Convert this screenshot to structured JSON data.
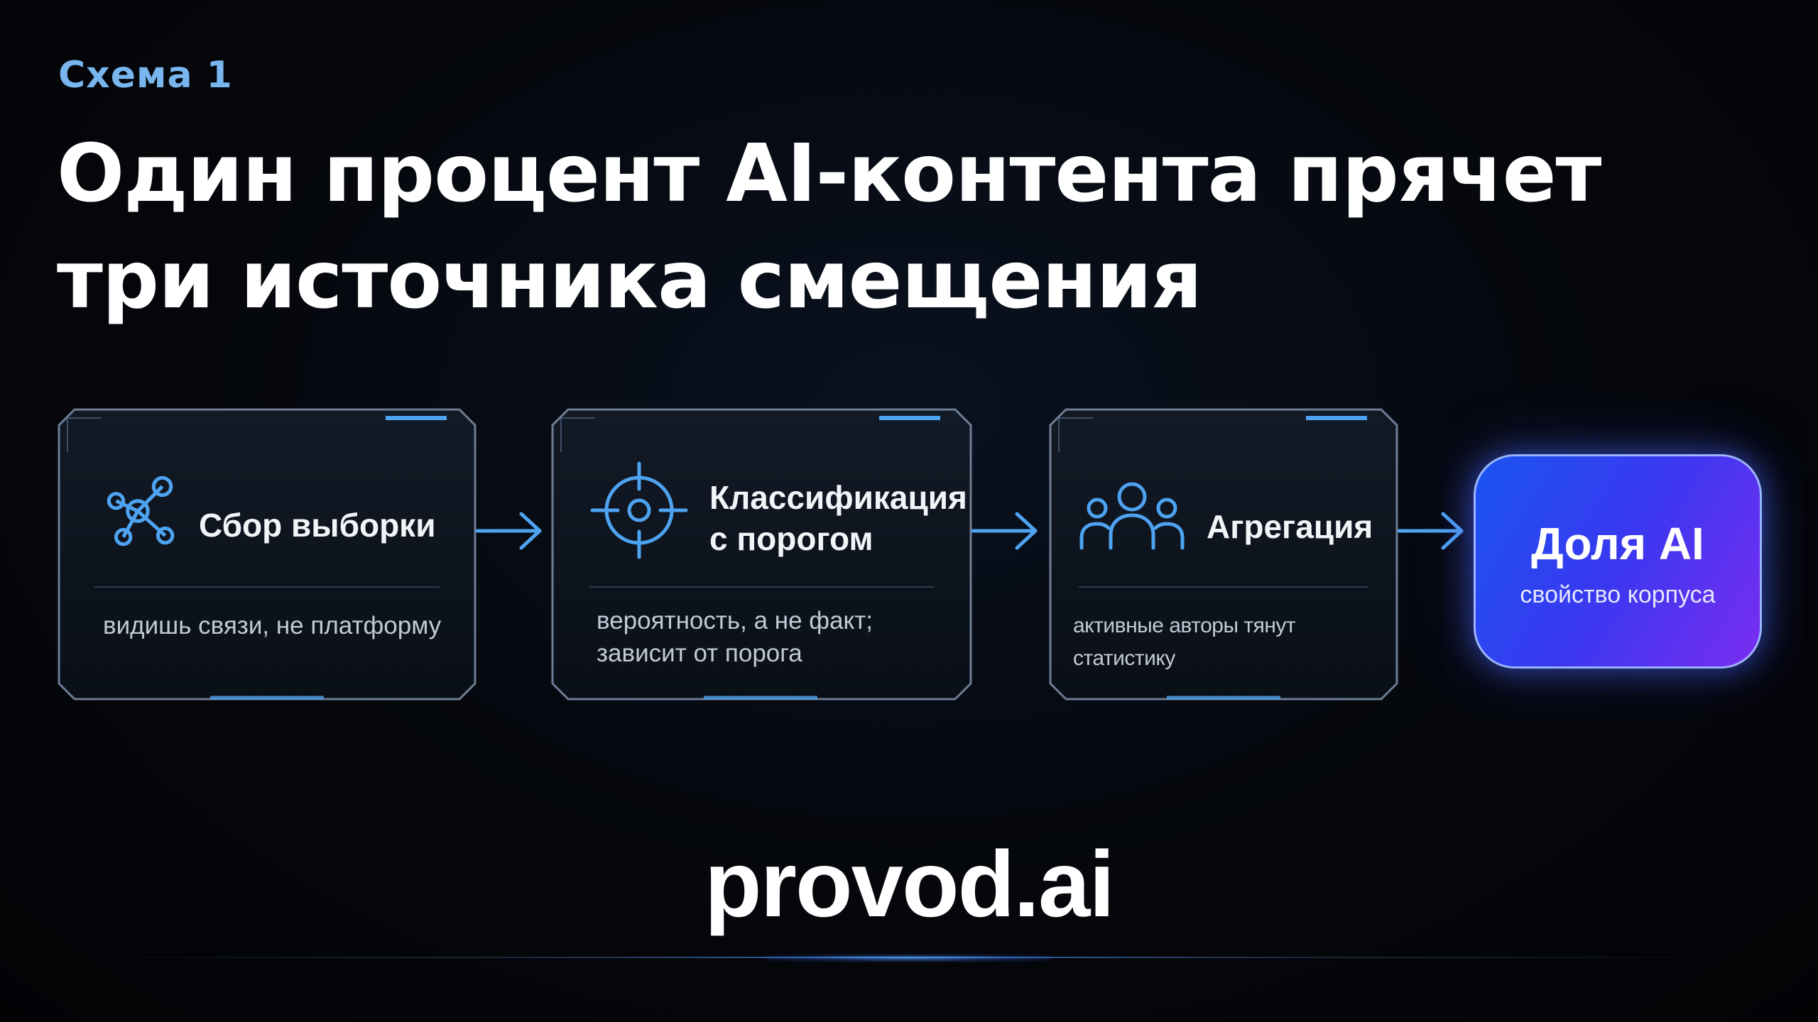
{
  "header": {
    "eyebrow": "Схема 1",
    "title_line1": "Один процент AI-контента прячет",
    "title_line2": "три источника смещения"
  },
  "steps": [
    {
      "title": "Сбор выборки",
      "note": "видишь связи, не платформу",
      "icon": "network-nodes-icon"
    },
    {
      "title": "Классификация\nс порогом",
      "note": "вероятность, а не факт;\nзависит от порога",
      "icon": "crosshair-target-icon"
    },
    {
      "title": "Агрегация",
      "note": "активные авторы тянут статистику",
      "icon": "users-group-icon"
    }
  ],
  "result": {
    "title": "Доля AI",
    "subtitle": "свойство корпуса"
  },
  "brand": "provod.ai",
  "colors": {
    "accent_blue": "#4ea3f1",
    "eyebrow": "#79b6ef",
    "result_gradient_start": "#1a54f0",
    "result_gradient_end": "#7b2df0"
  }
}
